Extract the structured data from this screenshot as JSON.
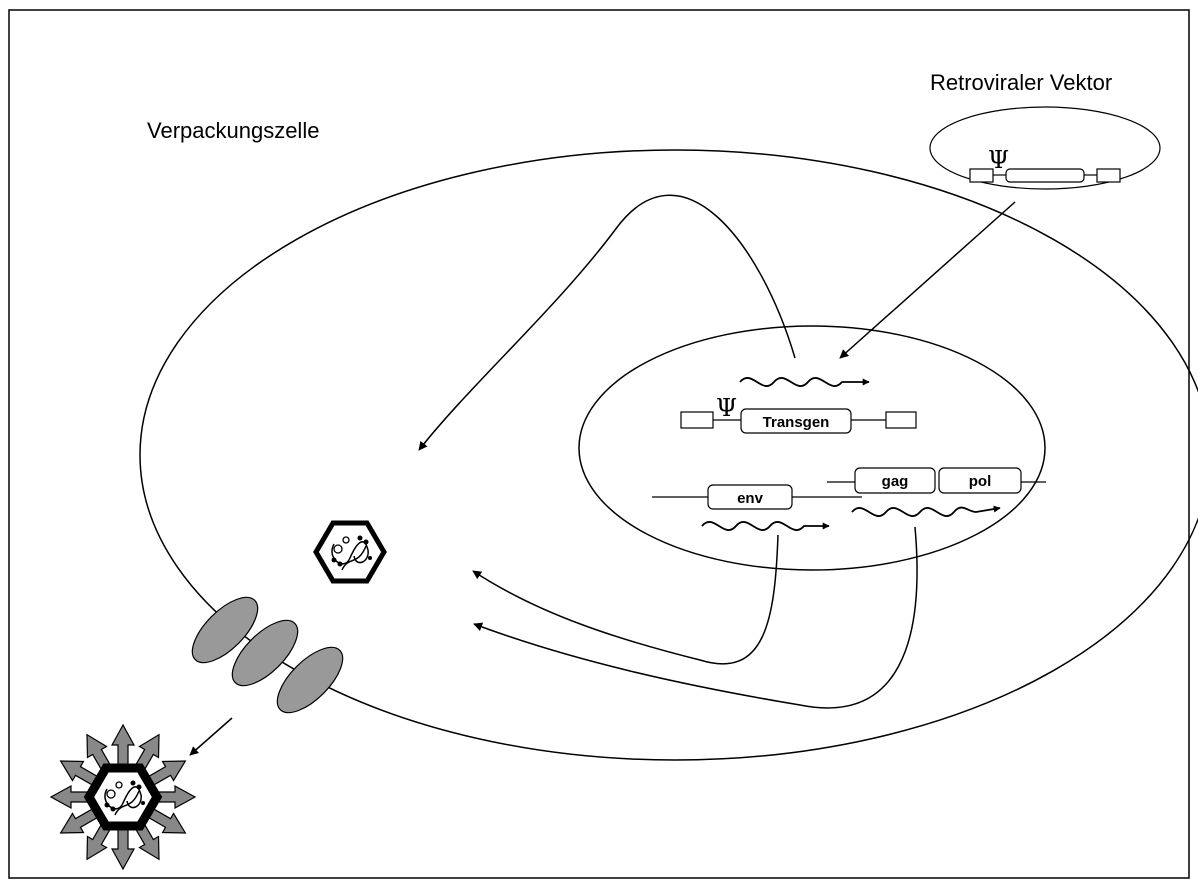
{
  "labels": {
    "vector_title": "Retroviraler Vektor",
    "cell_title": "Verpackungszelle",
    "psi_symbol": "Ψ",
    "transgen": "Transgen",
    "env": "env",
    "gag": "gag",
    "pol": "pol"
  },
  "colors": {
    "line": "#000000",
    "background": "#ffffff",
    "protein_fill": "#999999",
    "spike_fill": "#888888"
  }
}
